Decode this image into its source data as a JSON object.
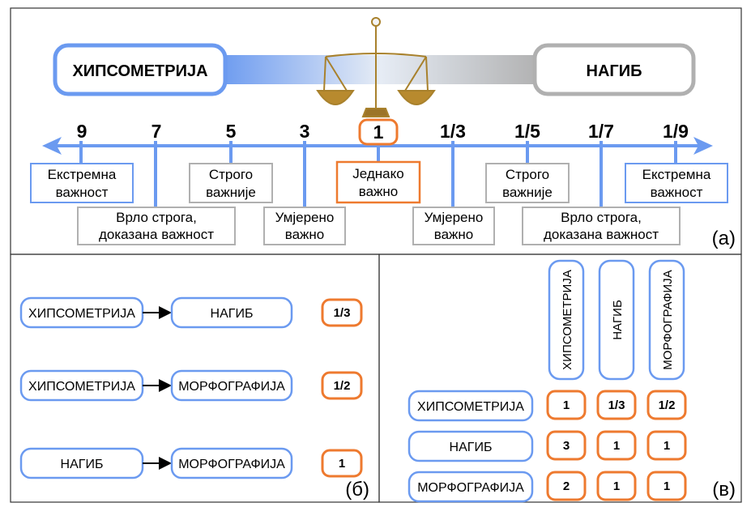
{
  "top": {
    "left_label": "ХИПСОМЕТРИЈА",
    "right_label": "НАГИБ",
    "scale": [
      "9",
      "7",
      "5",
      "3",
      "1",
      "1/3",
      "1/5",
      "1/7",
      "1/9"
    ],
    "boxes": {
      "extreme_left": [
        "Екстремна",
        "важност"
      ],
      "very_strong_left": [
        "Врло строга,",
        "доказана важност"
      ],
      "strong_left": [
        "Строго",
        "важније"
      ],
      "moderate_left": [
        "Умјерено",
        "важно"
      ],
      "equal": [
        "Једнако",
        "важно"
      ],
      "moderate_right": [
        "Умјерено",
        "важно"
      ],
      "strong_right": [
        "Строго",
        "важније"
      ],
      "very_strong_right": [
        "Врло строга,",
        "доказана важност"
      ],
      "extreme_right": [
        "Екстремна",
        "важност"
      ]
    },
    "panel_label": "(а)"
  },
  "pairs": {
    "rows": [
      {
        "from": "ХИПСОМЕТРИЈА",
        "to": "НАГИБ",
        "value": "1/3"
      },
      {
        "from": "ХИПСОМЕТРИЈА",
        "to": "МОРФОГРАФИЈА",
        "value": "1/2"
      },
      {
        "from": "НАГИБ",
        "to": "МОРФОГРАФИЈА",
        "value": "1"
      }
    ],
    "panel_label": "(б)"
  },
  "matrix": {
    "columns": [
      "ХИПСОМЕТРИЈА",
      "НАГИБ",
      "МОРФОГРАФИЈА"
    ],
    "rows": [
      {
        "label": "ХИПСОМЕТРИЈА",
        "values": [
          "1",
          "1/3",
          "1/2"
        ]
      },
      {
        "label": "НАГИБ",
        "values": [
          "3",
          "1",
          "1"
        ]
      },
      {
        "label": "МОРФОГРАФИЈА",
        "values": [
          "2",
          "1",
          "1"
        ]
      }
    ],
    "panel_label": "(в)"
  },
  "colors": {
    "blue": "#6b9af0",
    "gray": "#b0b0b0",
    "orange": "#ee7a2f",
    "brass": "#c8a040"
  }
}
